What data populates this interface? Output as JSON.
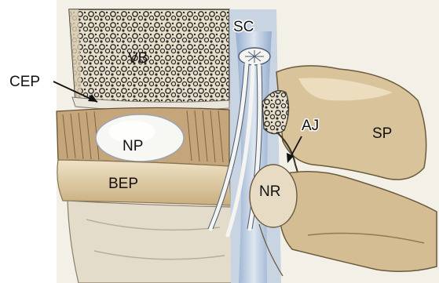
{
  "labels": {
    "vb": "VB",
    "sc": "SC",
    "cep": "CEP",
    "np": "NP",
    "aj": "AJ",
    "sp": "SP",
    "bep": "BEP",
    "nr": "NR"
  },
  "colors": {
    "background": "#f3f0e8",
    "bone": "#d9c39a",
    "bone_light": "#efe3c6",
    "bone_shadow": "#b69f72",
    "trabecular": "#2b2b26",
    "nerve_blue": "#9fb7d6",
    "nerve_white": "#f4f4f1",
    "annulus": "#c5a57a",
    "nucleus": "#f7f7f3",
    "label_text": "#111111"
  }
}
